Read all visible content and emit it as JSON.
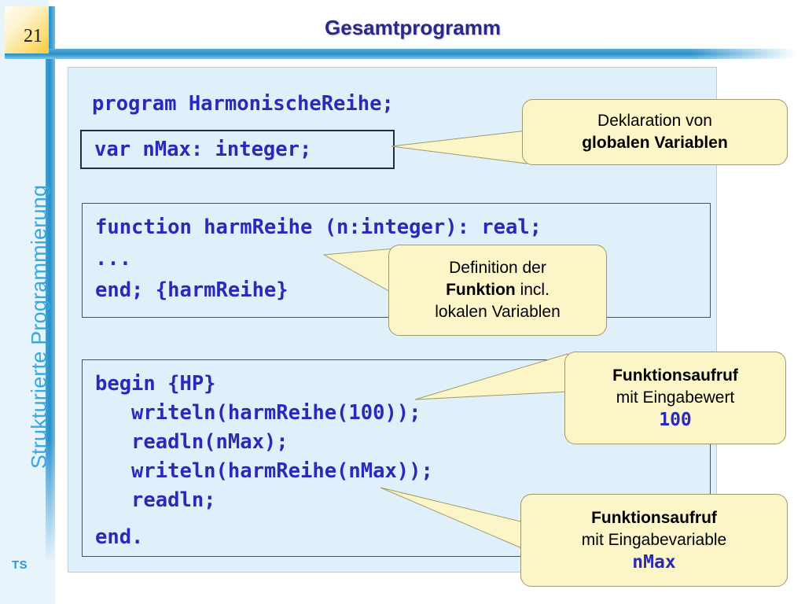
{
  "slide": {
    "number": "21",
    "title": "Gesamtprogramm",
    "sidebar_caption": "Strukturierte Programmierung",
    "footer_logo": "TS"
  },
  "colors": {
    "accent_blue": "#2a8ec7",
    "sidebar_text": "#39a8dd",
    "title": "#2a2a86",
    "code": "#2a2aba",
    "panel_bg": "#e0f0fb",
    "callout_bg": "#fbf5c8",
    "callout_border": "#a09a6a",
    "badge_gold": "#f7c93f",
    "logo": "#1f9cd8"
  },
  "code": {
    "header_line": "program HarmonischeReihe;",
    "box_var": {
      "lines": [
        "var nMax: integer;"
      ]
    },
    "box_function": {
      "lines": [
        "function harmReihe (n:integer): real;",
        "...",
        "end; {harmReihe}"
      ]
    },
    "box_main": {
      "lines": [
        "begin {HP}",
        "   writeln(harmReihe(100));",
        "   readln(nMax);",
        "   writeln(harmReihe(nMax));",
        "   readln;"
      ],
      "end_line": "end."
    }
  },
  "callouts": [
    {
      "id": "deklaration-globale-variablen",
      "line1": "Deklaration von",
      "line2": "globalen Variablen",
      "line2_bold": true
    },
    {
      "id": "definition-funktion",
      "line1": "Definition der",
      "line2_bold_part": "Funktion",
      "line2_rest": " incl.",
      "line3": "lokalen Variablen"
    },
    {
      "id": "funktionsaufruf-eingabewert",
      "line1": "Funktionsaufruf",
      "line2": "mit Eingabewert",
      "line3_mono": "100"
    },
    {
      "id": "funktionsaufruf-eingabevariable",
      "line1": "Funktionsaufruf",
      "line2": "mit Eingabevariable",
      "line3_mono": "nMax"
    }
  ]
}
